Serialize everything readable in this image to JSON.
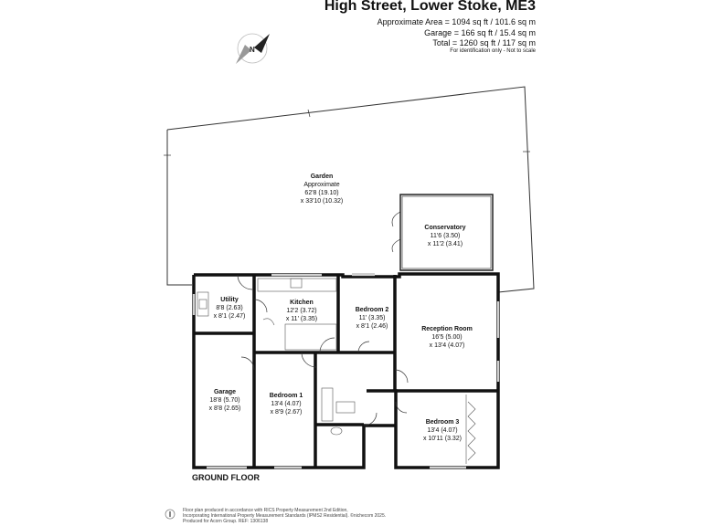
{
  "header": {
    "title": "High Street, Lower Stoke, ME3",
    "area_line": "Approximate Area = 1094 sq ft / 101.6 sq m",
    "garage_line": "Garage = 166 sq ft / 15.4 sq m",
    "total_line": "Total = 1260 sq ft / 117 sq m",
    "note": "For identification only - Not to scale"
  },
  "compass": {
    "label": "N",
    "icon": "compass-icon"
  },
  "rooms": {
    "garden": {
      "name": "Garden",
      "l1": "Approximate",
      "l2": "62'8 (19.10)",
      "l3": "x 33'10 (10.32)"
    },
    "conservatory": {
      "name": "Conservatory",
      "l1": "11'6 (3.50)",
      "l2": "x 11'2 (3.41)"
    },
    "utility": {
      "name": "Utility",
      "l1": "8'8 (2.63)",
      "l2": "x 8'1 (2.47)"
    },
    "kitchen": {
      "name": "Kitchen",
      "l1": "12'2 (3.72)",
      "l2": "x 11' (3.35)"
    },
    "bedroom2": {
      "name": "Bedroom 2",
      "l1": "11' (3.35)",
      "l2": "x 8'1 (2.46)"
    },
    "reception": {
      "name": "Reception Room",
      "l1": "16'5 (5.00)",
      "l2": "x 13'4 (4.07)"
    },
    "garage": {
      "name": "Garage",
      "l1": "18'8 (5.70)",
      "l2": "x 8'8 (2.65)"
    },
    "bedroom1": {
      "name": "Bedroom 1",
      "l1": "13'4 (4.07)",
      "l2": "x 8'9 (2.67)"
    },
    "bedroom3": {
      "name": "Bedroom 3",
      "l1": "13'4 (4.07)",
      "l2": "x 10'11 (3.32)"
    }
  },
  "floor_label": "GROUND FLOOR",
  "footer": {
    "line1": "Floor plan produced in accordance with RICS Property Measurement 2nd Edition,",
    "line2": "Incorporating International Property Measurement Standards (IPMS2 Residential). ©nichecom 2025.",
    "line3": "Produced for Acorn Group.   REF: 1306138"
  },
  "colors": {
    "wall": "#111111",
    "line": "#333333"
  }
}
